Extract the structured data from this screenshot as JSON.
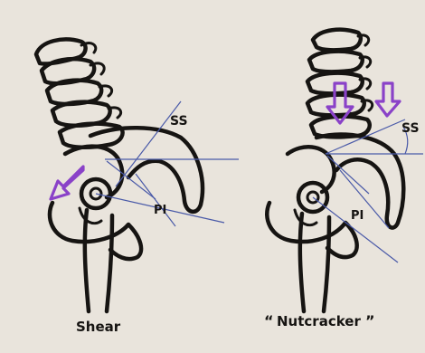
{
  "labels": {
    "left_ss": "SS",
    "left_pi": "PI",
    "left_caption": "Shear",
    "right_ss": "SS",
    "right_pi": "PI",
    "right_caption": "Nutcracker"
  },
  "colors": {
    "paper": "#e9e4dc",
    "ink": "#161412",
    "angle_lines": "#4a5aa8",
    "force_arrows": "#8a42c8"
  },
  "icons": {
    "force_arrow": "purple-force-arrow"
  }
}
